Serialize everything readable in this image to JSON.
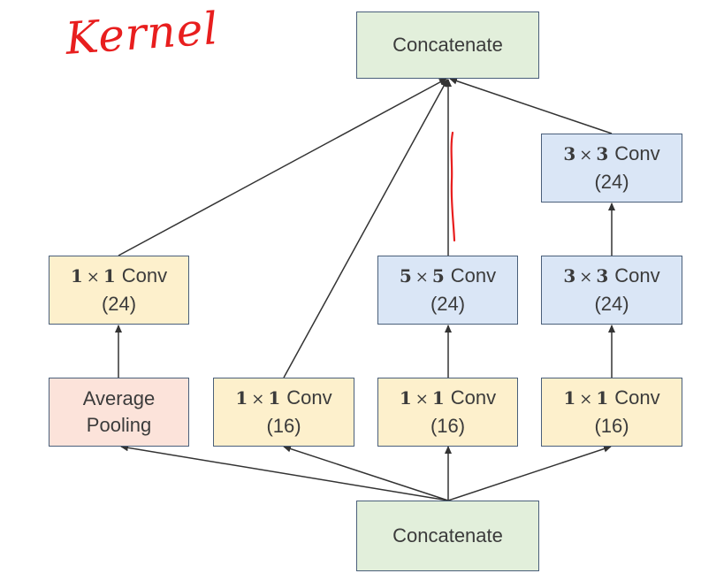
{
  "annotation": {
    "text": "Kernel",
    "color": "#e81e1e"
  },
  "colors": {
    "green": "#e2efdb",
    "yellow": "#fdf0cc",
    "blue": "#dae6f6",
    "pink": "#fce3da",
    "border": "#4a5f7a"
  },
  "nodes": {
    "concat_top": {
      "label": "Concatenate"
    },
    "concat_bottom": {
      "label": "Concatenate"
    },
    "avg_pool": {
      "line1": "Average",
      "line2": "Pooling"
    },
    "pool_conv": {
      "k1": "1",
      "x": "×",
      "k2": "1",
      "word": "Conv",
      "channels": "(24)"
    },
    "b1_conv": {
      "k1": "1",
      "x": "×",
      "k2": "1",
      "word": "Conv",
      "channels": "(16)"
    },
    "b2_conv1": {
      "k1": "1",
      "x": "×",
      "k2": "1",
      "word": "Conv",
      "channels": "(16)"
    },
    "b2_conv5": {
      "k1": "5",
      "x": "×",
      "k2": "5",
      "word": "Conv",
      "channels": "(24)"
    },
    "b3_conv1": {
      "k1": "1",
      "x": "×",
      "k2": "1",
      "word": "Conv",
      "channels": "(16)"
    },
    "b3_conv3a": {
      "k1": "3",
      "x": "×",
      "k2": "3",
      "word": "Conv",
      "channels": "(24)"
    },
    "b3_conv3b": {
      "k1": "3",
      "x": "×",
      "k2": "3",
      "word": "Conv",
      "channels": "(24)"
    }
  }
}
